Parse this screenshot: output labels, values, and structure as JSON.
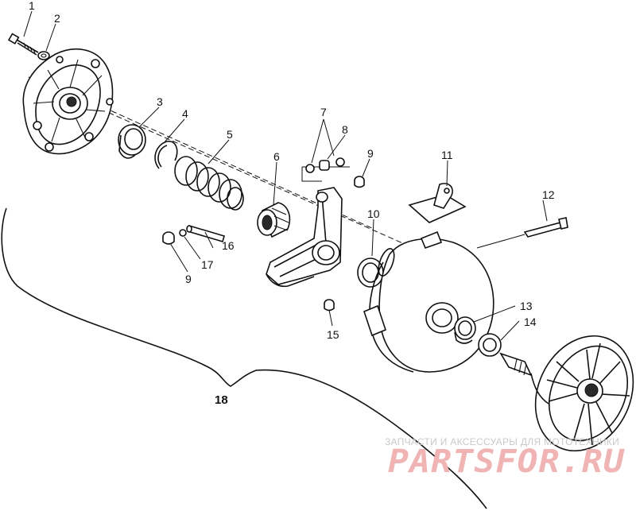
{
  "diagram": {
    "part_labels": [
      "1",
      "2",
      "3",
      "4",
      "5",
      "6",
      "7",
      "8",
      "9",
      "10",
      "11",
      "12",
      "13",
      "14",
      "15",
      "16",
      "17",
      "9",
      "18"
    ]
  },
  "watermark": {
    "line1": "ЗАПЧАСТИ И АКСЕССУАРЫ ДЛЯ МОТОТЕХНИКИ",
    "line2": "PARTSFOR.RU"
  }
}
